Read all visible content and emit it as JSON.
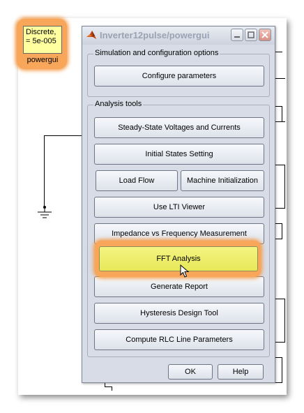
{
  "powergui_block": {
    "line1": "Discrete,",
    "line2": "= 5e-005",
    "label": "powergui"
  },
  "window": {
    "title": "Inverter12pulse/powergui",
    "icon": "matlab-icon",
    "controls": [
      "minimize-icon",
      "maximize-icon",
      "close-icon"
    ]
  },
  "simulation_panel": {
    "title": "Simulation and configuration options",
    "configure_label": "Configure parameters"
  },
  "analysis_panel": {
    "title": "Analysis tools",
    "buttons": {
      "steady_state": "Steady-State Voltages and Currents",
      "initial_states": "Initial States Setting",
      "load_flow": "Load Flow",
      "machine_init": "Machine Initialization",
      "lti_viewer": "Use LTI Viewer",
      "impedance": "Impedance vs Frequency Measurement",
      "fft": "FFT Analysis",
      "report": "Generate Report",
      "hysteresis": "Hysteresis Design Tool",
      "rlc": "Compute RLC  Line Parameters"
    }
  },
  "footer": {
    "ok_label": "OK",
    "help_label": "Help"
  },
  "colors": {
    "highlight": "#f7a65a",
    "fft_button": "#f0f070",
    "block_fill": "#ffffa0"
  }
}
